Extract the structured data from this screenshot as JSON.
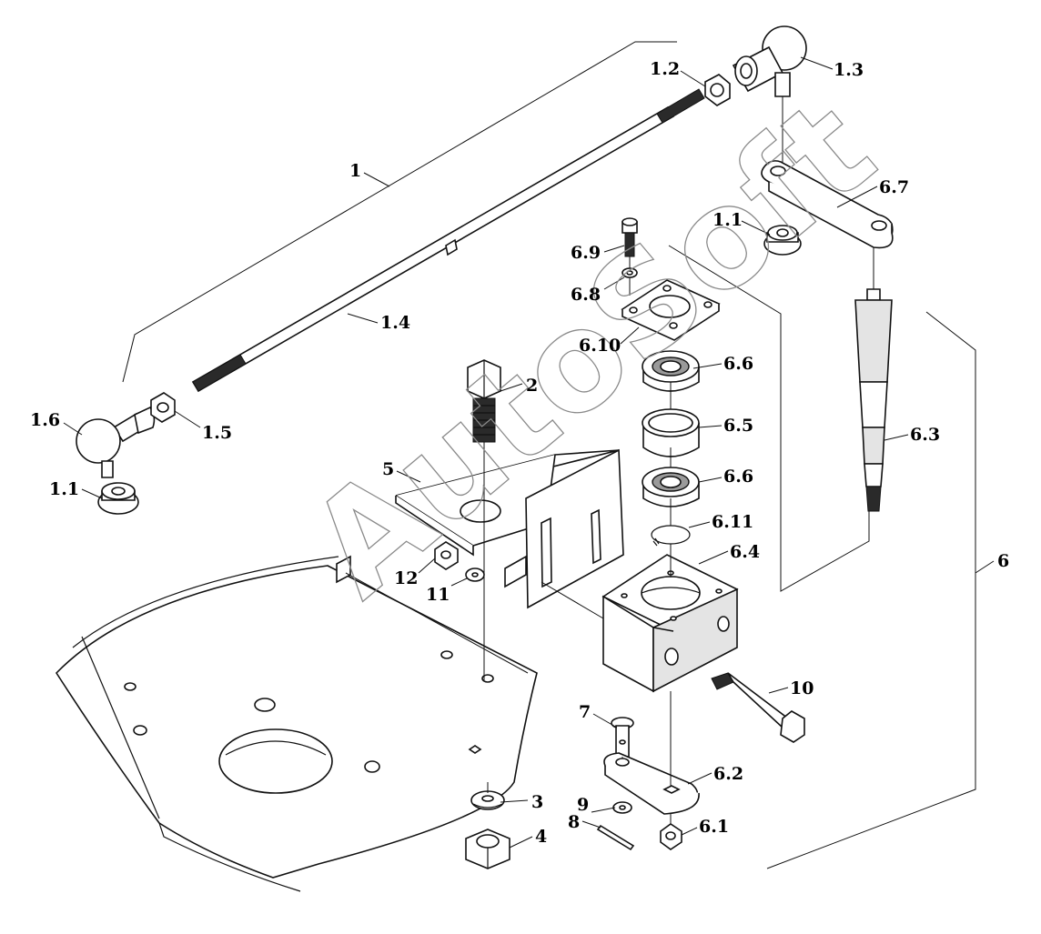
{
  "watermark": "AutoSoft",
  "callouts": [
    {
      "id": "c-1",
      "text": "1"
    },
    {
      "id": "c-1-2",
      "text": "1.2"
    },
    {
      "id": "c-1-3",
      "text": "1.3"
    },
    {
      "id": "c-1-1-top",
      "text": "1.1"
    },
    {
      "id": "c-1-4",
      "text": "1.4"
    },
    {
      "id": "c-1-6",
      "text": "1.6"
    },
    {
      "id": "c-1-5",
      "text": "1.5"
    },
    {
      "id": "c-1-1-left",
      "text": "1.1"
    },
    {
      "id": "c-2",
      "text": "2"
    },
    {
      "id": "c-3",
      "text": "3"
    },
    {
      "id": "c-4",
      "text": "4"
    },
    {
      "id": "c-5",
      "text": "5"
    },
    {
      "id": "c-6",
      "text": "6"
    },
    {
      "id": "c-6-1",
      "text": "6.1"
    },
    {
      "id": "c-6-2",
      "text": "6.2"
    },
    {
      "id": "c-6-3",
      "text": "6.3"
    },
    {
      "id": "c-6-4",
      "text": "6.4"
    },
    {
      "id": "c-6-5",
      "text": "6.5"
    },
    {
      "id": "c-6-6-top",
      "text": "6.6"
    },
    {
      "id": "c-6-6-bottom",
      "text": "6.6"
    },
    {
      "id": "c-6-7",
      "text": "6.7"
    },
    {
      "id": "c-6-8",
      "text": "6.8"
    },
    {
      "id": "c-6-9",
      "text": "6.9"
    },
    {
      "id": "c-6-10",
      "text": "6.10"
    },
    {
      "id": "c-6-11",
      "text": "6.11"
    },
    {
      "id": "c-7",
      "text": "7"
    },
    {
      "id": "c-8",
      "text": "8"
    },
    {
      "id": "c-9",
      "text": "9"
    },
    {
      "id": "c-10",
      "text": "10"
    },
    {
      "id": "c-11",
      "text": "11"
    },
    {
      "id": "c-12",
      "text": "12"
    }
  ]
}
